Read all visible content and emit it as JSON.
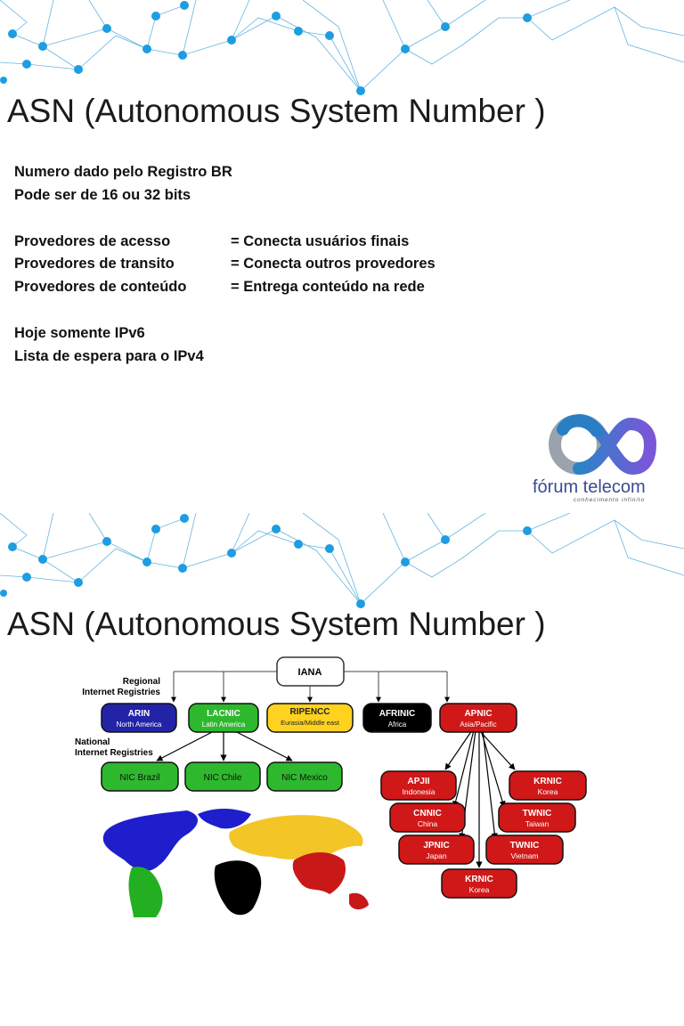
{
  "slide1": {
    "title": "ASN (Autonomous System Number )",
    "line1": "Numero dado pelo Registro BR",
    "line2": "Pode ser de 16 ou 32 bits",
    "providers": [
      {
        "label": "Provedores de acesso",
        "value": "= Conecta usuários finais"
      },
      {
        "label": "Provedores de transito",
        "value": "= Conecta outros provedores"
      },
      {
        "label": "Provedores de conteúdo",
        "value": "= Entrega conteúdo na rede"
      }
    ],
    "line3": "Hoje somente IPv6",
    "line4": "Lista de espera para o IPv4",
    "logo": {
      "name": "fórum telecom",
      "tagline": "conhecimento infinito"
    }
  },
  "slide2": {
    "title": "ASN (Autonomous System Number )",
    "diagram": {
      "root": "IANA",
      "regional_label_1": "Regional",
      "regional_label_2": "Internet Registries",
      "national_label_1": "National",
      "national_label_2": "Internet Registries",
      "rirs": [
        {
          "name": "ARIN",
          "region": "North America",
          "color": "#2323a8"
        },
        {
          "name": "LACNIC",
          "region": "Latin America",
          "color": "#2eb82e"
        },
        {
          "name": "RIPENCC",
          "region": "Eurasia/Middle east",
          "color": "#ffd21f"
        },
        {
          "name": "AFRINIC",
          "region": "Africa",
          "color": "#000000"
        },
        {
          "name": "APNIC",
          "region": "Asia/Pacific",
          "color": "#d01818"
        }
      ],
      "nirs_lacnic": [
        "NIC Brazil",
        "NIC Chile",
        "NIC Mexico"
      ],
      "nirs_apnic": [
        {
          "name": "APJII",
          "region": "Indonesia"
        },
        {
          "name": "KRNIC",
          "region": "Korea"
        },
        {
          "name": "CNNIC",
          "region": "China"
        },
        {
          "name": "TWNIC",
          "region": "Taiwan"
        },
        {
          "name": "JPNIC",
          "region": "Japan"
        },
        {
          "name": "TWNIC",
          "region": "Vietnam"
        },
        {
          "name": "KRNIC",
          "region": "Korea"
        }
      ]
    }
  }
}
